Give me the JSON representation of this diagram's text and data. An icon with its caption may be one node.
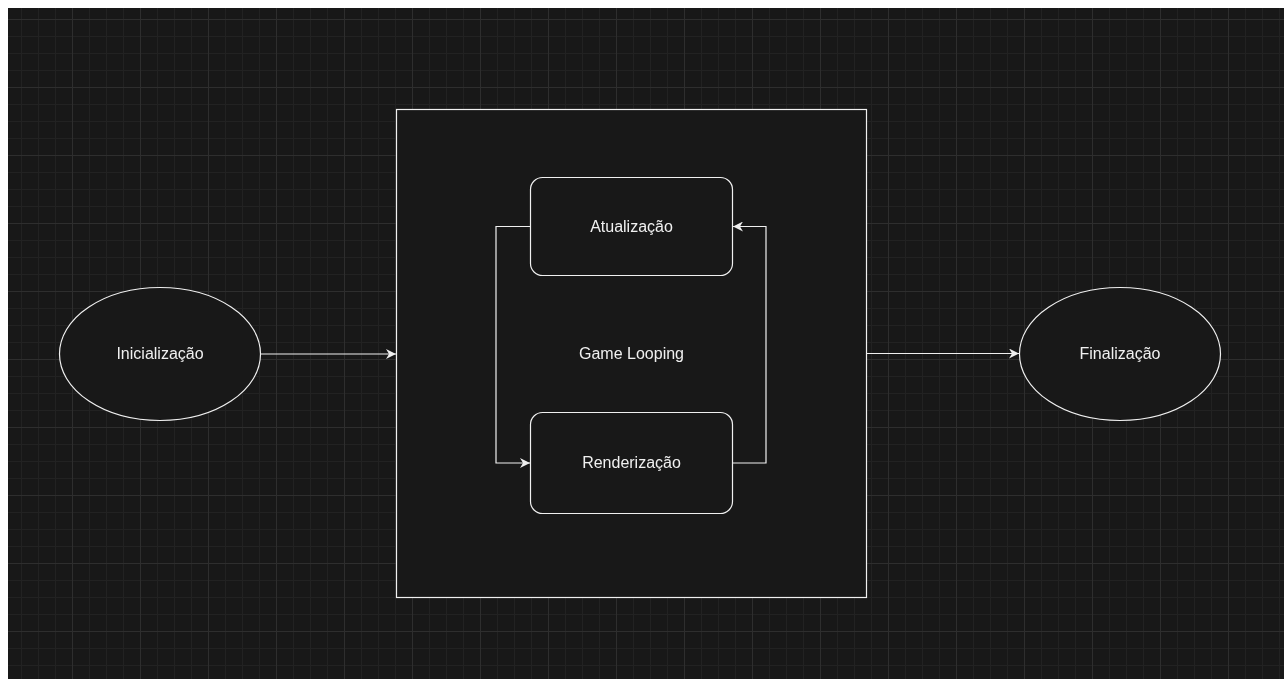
{
  "diagram": {
    "nodes": [
      {
        "text": [
          "Inicialização"
        ]
      },
      {
        "text": [
          "Game Looping"
        ]
      },
      {
        "text": [
          "Atualização"
        ],
        "in": 1
      },
      {
        "text": [
          "Renderização"
        ],
        "in": 1
      },
      {
        "text": [
          "Finalização"
        ]
      }
    ],
    "edges": [
      {
        "from": 0,
        "to": 1,
        "arrow": "to"
      },
      {
        "from": 2,
        "to": 3,
        "arrow": "to"
      },
      {
        "from": 3,
        "to": 2,
        "arrow": "to"
      },
      {
        "from": 1,
        "to": 4,
        "arrow": "to"
      }
    ]
  }
}
